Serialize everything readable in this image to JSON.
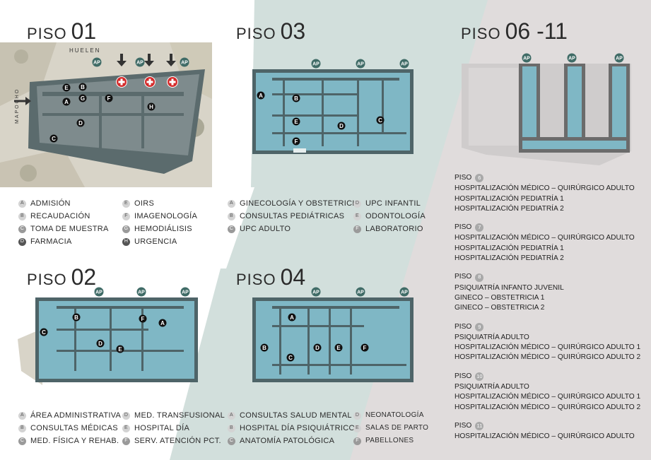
{
  "floors": {
    "p01": {
      "prefix": "PISO",
      "number": "01"
    },
    "p02": {
      "prefix": "PISO",
      "number": "02"
    },
    "p03": {
      "prefix": "PISO",
      "number": "03"
    },
    "p04": {
      "prefix": "PISO",
      "number": "04"
    },
    "p06": {
      "prefix": "PISO",
      "number": "06 -11"
    }
  },
  "streets": {
    "north": "HUELEN",
    "west": "MAPOCHO"
  },
  "ap_label": "AP",
  "legend_p01": [
    {
      "letter": "A",
      "text": "ADMISIÓN"
    },
    {
      "letter": "B",
      "text": "RECAUDACIÓN"
    },
    {
      "letter": "C",
      "text": "TOMA DE MUESTRA"
    },
    {
      "letter": "D",
      "text": "FARMACIA"
    },
    {
      "letter": "E",
      "text": "OIRS"
    },
    {
      "letter": "F",
      "text": "IMAGENOLOGÍA"
    },
    {
      "letter": "G",
      "text": "HEMODIÁLISIS"
    },
    {
      "letter": "H",
      "text": "URGENCIA"
    }
  ],
  "legend_p02": [
    {
      "letter": "A",
      "text": "ÁREA ADMINISTRATIVA"
    },
    {
      "letter": "B",
      "text": "CONSULTAS MÉDICAS"
    },
    {
      "letter": "C",
      "text": "MED. FÍSICA Y REHAB."
    },
    {
      "letter": "D",
      "text": "MED. TRANSFUSIONAL"
    },
    {
      "letter": "E",
      "text": "HOSPITAL DÍA"
    },
    {
      "letter": "F",
      "text": "SERV. ATENCIÓN PCT."
    }
  ],
  "legend_p03": [
    {
      "letter": "A",
      "text": "GINECOLOGÍA Y OBSTETRICIA"
    },
    {
      "letter": "B",
      "text": "CONSULTAS PEDIÁTRICAS"
    },
    {
      "letter": "C",
      "text": "UPC ADULTO"
    },
    {
      "letter": "D",
      "text": "UPC INFANTIL"
    },
    {
      "letter": "E",
      "text": "ODONTOLOGÍA"
    },
    {
      "letter": "F",
      "text": "LABORATORIO"
    }
  ],
  "legend_p04": [
    {
      "letter": "A",
      "text": "CONSULTAS SALUD MENTAL"
    },
    {
      "letter": "B",
      "text": "HOSPITAL DÍA PSIQUIÁTRICO"
    },
    {
      "letter": "C",
      "text": "ANATOMÍA PATOLÓGICA"
    },
    {
      "letter": "D",
      "text": "NEONATOLOGÍA"
    },
    {
      "letter": "E",
      "text": "SALAS DE PARTO"
    },
    {
      "letter": "F",
      "text": "PABELLONES"
    }
  ],
  "upper_floors": [
    {
      "label": "PISO",
      "num": "6",
      "lines": [
        "HOSPITALIZACIÓN MÉDICO – QUIRÚRGICO ADULTO",
        "HOSPITALIZACIÓN PEDIATRÍA 1",
        "HOSPITALIZACIÓN PEDIATRÍA 2"
      ]
    },
    {
      "label": "PISO",
      "num": "7",
      "lines": [
        "HOSPITALIZACIÓN MÉDICO – QUIRÚRGICO ADULTO",
        "HOSPITALIZACIÓN PEDIATRÍA 1",
        "HOSPITALIZACIÓN PEDIATRÍA 2"
      ]
    },
    {
      "label": "PISO",
      "num": "8",
      "lines": [
        "PSIQUIATRÍA INFANTO JUVENIL",
        "GINECO – OBSTETRICIA 1",
        "GINECO – OBSTETRICIA 2"
      ]
    },
    {
      "label": "PISO",
      "num": "9",
      "lines": [
        "PSIQUIATRÍA ADULTO",
        "HOSPITALIZACIÓN MÉDICO – QUIRÚRGICO ADULTO 1",
        "HOSPITALIZACIÓN MÉDICO – QUIRÚRGICO ADULTO 2"
      ]
    },
    {
      "label": "PISO",
      "num": "10",
      "lines": [
        "PSIQUIATRÍA ADULTO",
        "HOSPITALIZACIÓN MÉDICO – QUIRÚRGICO ADULTO 1",
        "HOSPITALIZACIÓN MÉDICO – QUIRÚRGICO ADULTO 2"
      ]
    },
    {
      "label": "PISO",
      "num": "11",
      "lines": [
        "HOSPITALIZACIÓN MÉDICO – QUIRÚRGICO ADULTO"
      ]
    }
  ],
  "colors": {
    "band": "#d2dfdc",
    "grey_panel": "#e0dcdc",
    "plan_blue": "#7fb7c5",
    "plan_dark": "#4e6468",
    "ap_badge": "#3f6b66",
    "cross_red": "#d42b2b"
  }
}
